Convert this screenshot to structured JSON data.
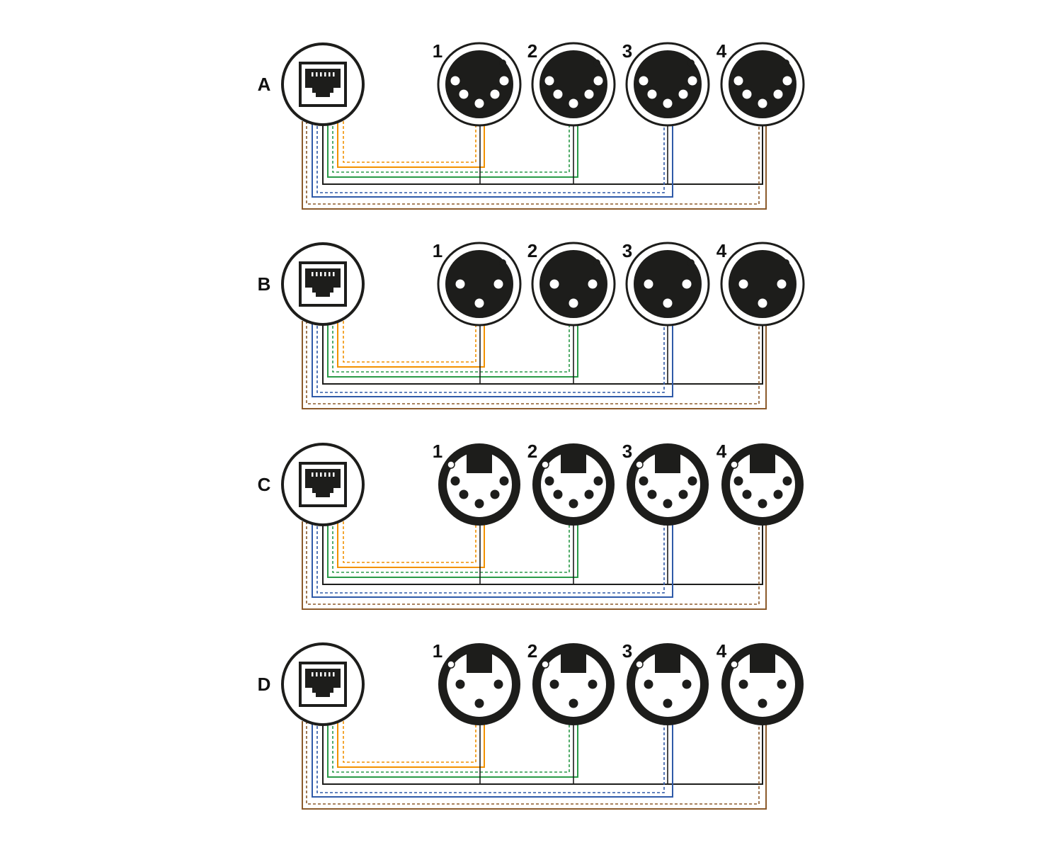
{
  "colors": {
    "ink": "#1d1d1b",
    "orange": "#f29100",
    "green": "#2a9a48",
    "blue": "#2f5aa8",
    "brown": "#8b5a2b"
  },
  "connector_numbers": [
    "1",
    "2",
    "3",
    "4"
  ],
  "rows": [
    {
      "label": "A",
      "type": "female-5pin"
    },
    {
      "label": "B",
      "type": "female-3pin"
    },
    {
      "label": "C",
      "type": "male-5pin"
    },
    {
      "label": "D",
      "type": "male-3pin"
    }
  ]
}
